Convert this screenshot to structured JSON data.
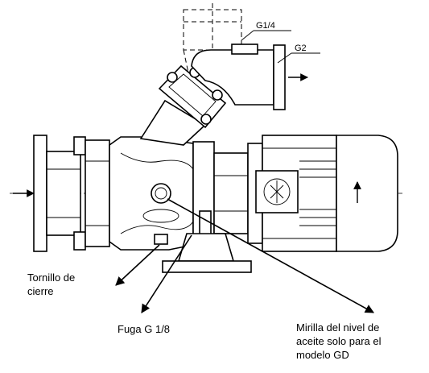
{
  "drawing": {
    "thread_small": "G1/4",
    "thread_outlet": "G2"
  },
  "callouts": {
    "closing_screw": [
      "Tornillo de",
      "cierre"
    ],
    "leak": "Fuga G 1/8",
    "oil_sight_glass": [
      "Mirilla del nivel de",
      "aceite solo para el",
      "modelo GD"
    ]
  }
}
